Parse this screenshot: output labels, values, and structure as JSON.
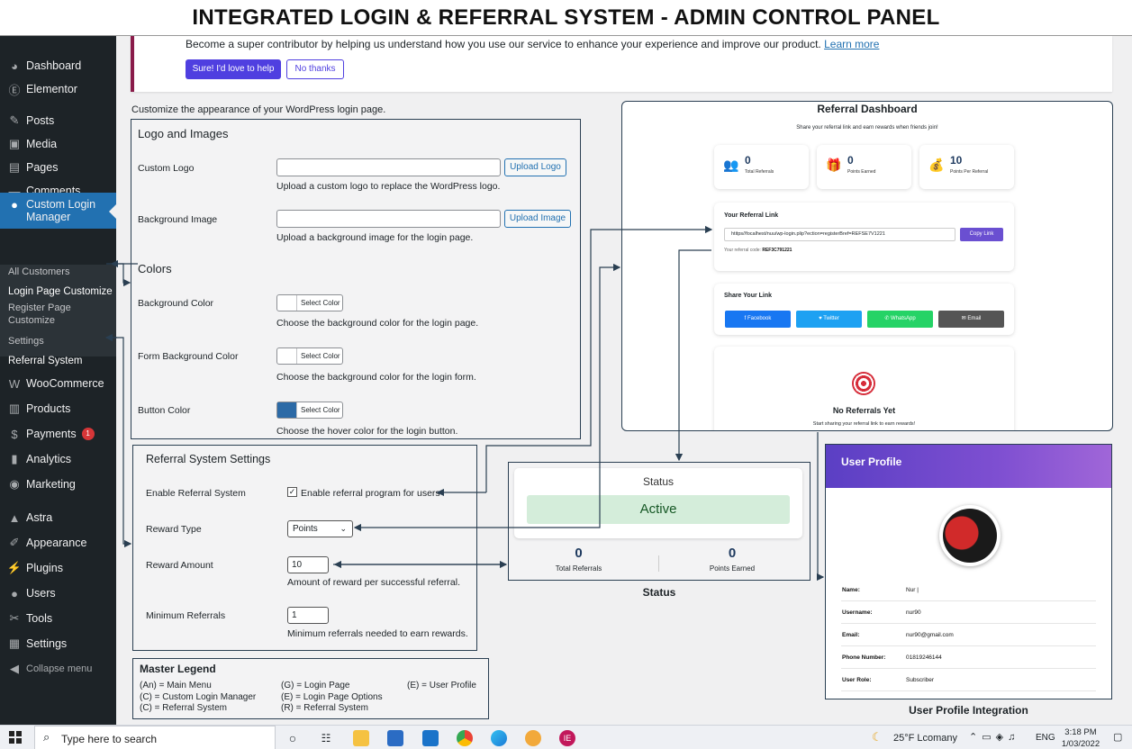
{
  "banner_title": "INTEGRATED LOGIN & REFERRAL SYSTEM - ADMIN CONTROL PANEL",
  "sidebar": {
    "items": [
      {
        "label": "Dashboard",
        "icon": "dashboard-icon",
        "glyph": "◕"
      },
      {
        "label": "Elementor",
        "icon": "elementor-icon",
        "glyph": "Ⓔ"
      },
      {
        "label": "Posts",
        "icon": "pin-icon",
        "glyph": "✎"
      },
      {
        "label": "Media",
        "icon": "media-icon",
        "glyph": "▣"
      },
      {
        "label": "Pages",
        "icon": "pages-icon",
        "glyph": "▤"
      },
      {
        "label": "Comments",
        "icon": "comments-icon",
        "glyph": "▬"
      },
      {
        "label": "Custom Login Manager",
        "icon": "user-icon",
        "glyph": "●"
      },
      {
        "label": "WooCommerce",
        "icon": "woocommerce-icon",
        "glyph": "W"
      },
      {
        "label": "Products",
        "icon": "products-icon",
        "glyph": "▥"
      },
      {
        "label": "Payments",
        "icon": "payments-icon",
        "glyph": "$",
        "badge": "1"
      },
      {
        "label": "Analytics",
        "icon": "analytics-icon",
        "glyph": "▮"
      },
      {
        "label": "Marketing",
        "icon": "marketing-icon",
        "glyph": "◉"
      },
      {
        "label": "Astra",
        "icon": "astra-icon",
        "glyph": "▲"
      },
      {
        "label": "Appearance",
        "icon": "appearance-icon",
        "glyph": "✐"
      },
      {
        "label": "Plugins",
        "icon": "plugins-icon",
        "glyph": "⚡"
      },
      {
        "label": "Users",
        "icon": "users-icon",
        "glyph": "●"
      },
      {
        "label": "Tools",
        "icon": "tools-icon",
        "glyph": "✂"
      },
      {
        "label": "Settings",
        "icon": "settings-icon",
        "glyph": "▦"
      },
      {
        "label": "Collapse menu",
        "icon": "collapse-icon",
        "glyph": "◀"
      }
    ],
    "submenu": {
      "all_customers": "All Customers",
      "login_page_customize": "Login Page Customize",
      "register_page_customize": "Register Page Customize",
      "settings": "Settings",
      "referral_system": "Referral System"
    }
  },
  "notice": {
    "text": "Become a super contributor by helping us understand how you use our service to enhance your experience and improve our product.",
    "link": "Learn more",
    "accept": "Sure! I'd love to help",
    "decline": "No thanks"
  },
  "page_description": "Customize the appearance of your WordPress login page.",
  "logo_images": {
    "heading": "Logo and Images",
    "custom_logo_label": "Custom Logo",
    "upload_logo": "Upload Logo",
    "custom_logo_help": "Upload a custom logo to replace the WordPress logo.",
    "background_image_label": "Background Image",
    "upload_image": "Upload Image",
    "background_image_help": "Upload a background image for the login page."
  },
  "colors": {
    "heading": "Colors",
    "select_color": "Select Color",
    "background_color_label": "Background Color",
    "background_color_help": "Choose the background color for the login page.",
    "form_background_label": "Form Background Color",
    "form_background_help": "Choose the background color for the login form.",
    "button_color_label": "Button Color",
    "button_color_help": "Choose the hover color for the login button.",
    "button_color_value": "#2c6aa6"
  },
  "referral_settings": {
    "heading": "Referral System Settings",
    "enable_label": "Enable Referral System",
    "enable_checkbox_label": "Enable referral program for users",
    "enable_checked": true,
    "reward_type_label": "Reward Type",
    "reward_type_value": "Points",
    "reward_amount_label": "Reward Amount",
    "reward_amount_value": "10",
    "reward_amount_help": "Amount of reward per successful referral.",
    "min_referrals_label": "Minimum Referrals",
    "min_referrals_value": "1",
    "min_referrals_help": "Minimum referrals needed to earn rewards."
  },
  "legend": {
    "title": "Master Legend",
    "col1": [
      "(An) = Main Menu",
      "(C) = Custom Login Manager",
      "(C) = Referral System"
    ],
    "col2": [
      "(G) = Login Page",
      "(E) = Login Page Options",
      "(R) = Referral System"
    ],
    "col3": [
      "(E) = User Profile"
    ]
  },
  "referral_dashboard": {
    "title": "Referral Dashboard",
    "subtitle": "Share your referral link and earn rewards when friends join!",
    "stats": [
      {
        "value": "0",
        "label": "Total Referrals",
        "icon": "users-icon",
        "glyph": "👥"
      },
      {
        "value": "0",
        "label": "Points Earned",
        "icon": "gift-icon",
        "glyph": "🎁"
      },
      {
        "value": "10",
        "label": "Points Per Referral",
        "icon": "money-bag-icon",
        "glyph": "💰"
      }
    ],
    "link_heading": "Your Referral Link",
    "link_value": "htitps//focalhest/nuu/wp-login.plip?ection=registerBref=REFSE7V1221",
    "copy_link": "Copy Link",
    "code_label": "Your referral code:",
    "code_value": "REF3C791221",
    "share_heading": "Share Your Link",
    "share_buttons": [
      {
        "label": "Facebook",
        "color": "#1877f2",
        "glyph": "f"
      },
      {
        "label": "Twitter",
        "color": "#1da1f2",
        "glyph": "♥"
      },
      {
        "label": "WhatsApp",
        "color": "#25d366",
        "glyph": "✆"
      },
      {
        "label": "Email",
        "color": "#555555",
        "glyph": "✉"
      }
    ],
    "empty_heading": "No Referrals Yet",
    "empty_text": "Start sharing your referral link to earn rewards!"
  },
  "status": {
    "heading": "Status",
    "state": "Active",
    "total_referrals": "0",
    "total_referrals_label": "Total Referrals",
    "points_earned": "0",
    "points_earned_label": "Points Earned",
    "caption": "Status"
  },
  "user_profile": {
    "heading": "User Profile",
    "rows": [
      {
        "k": "Name:",
        "v": "Nur |"
      },
      {
        "k": "Username:",
        "v": "nur90"
      },
      {
        "k": "Email:",
        "v": "nur90@gmail.com"
      },
      {
        "k": "Phone Number:",
        "v": "01819246144"
      },
      {
        "k": "User Role:",
        "v": "Subscriber"
      }
    ],
    "caption": "User Profile Integration"
  },
  "taskbar": {
    "search_placeholder": "Type here to search",
    "weather": "25°F Lcomany",
    "lang": "ENG",
    "time": "3:18 PM",
    "date": "1/03/2022"
  }
}
